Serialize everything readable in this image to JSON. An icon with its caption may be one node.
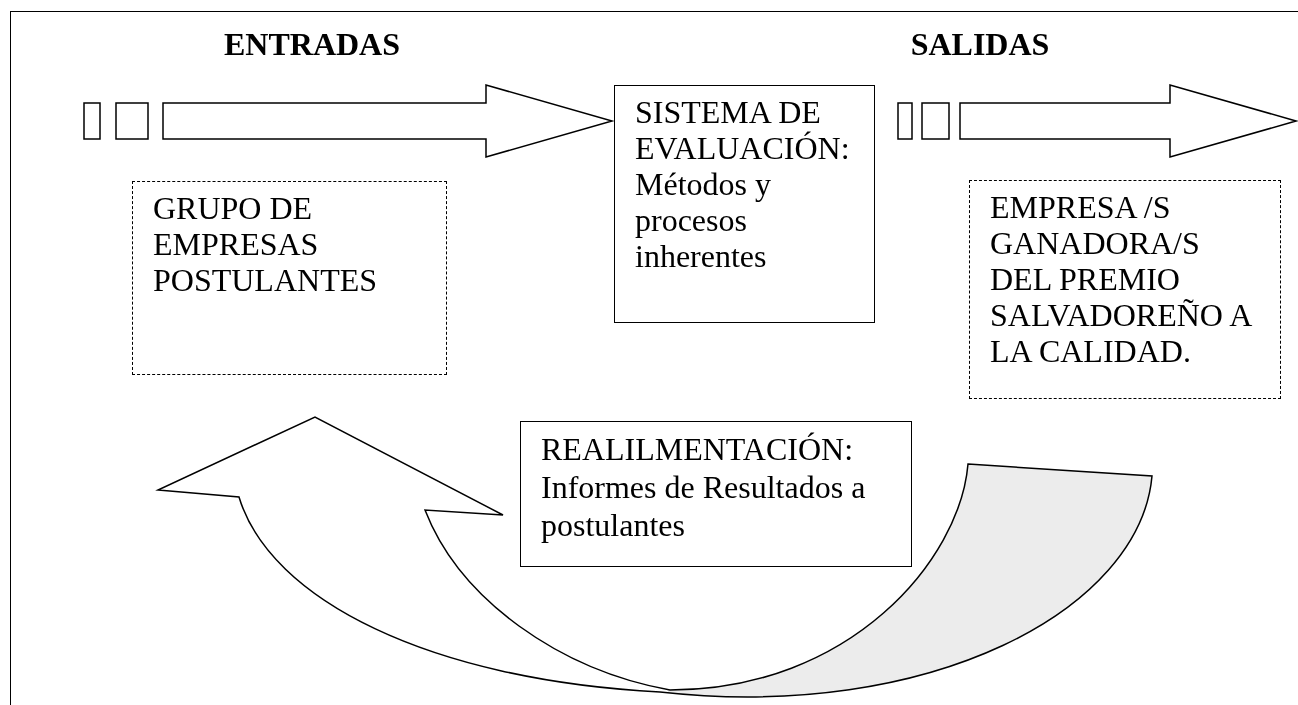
{
  "diagram": {
    "nodes": [
      {
        "text": [
          "GRUPO DE EMPRESAS POSTULANTES"
        ]
      },
      {
        "text": [
          "SISTEMA DE EVALUACIÓN: Métodos y procesos inherentes"
        ]
      },
      {
        "text": [
          "EMPRESA /S GANADORA/S DEL PREMIO SALVADOREÑO A LA CALIDAD."
        ]
      },
      {
        "text": [
          "REALILMENTACIÓN: Informes de Resultados a postulantes"
        ]
      }
    ],
    "edges": [
      {
        "from": null,
        "to": 1,
        "arrow": "to"
      },
      {
        "from": 1,
        "to": null,
        "arrow": "to"
      },
      {
        "from": 2,
        "to": 0,
        "arrow": "to"
      }
    ],
    "labels": [
      "ENTRADAS",
      "SALIDAS"
    ]
  }
}
